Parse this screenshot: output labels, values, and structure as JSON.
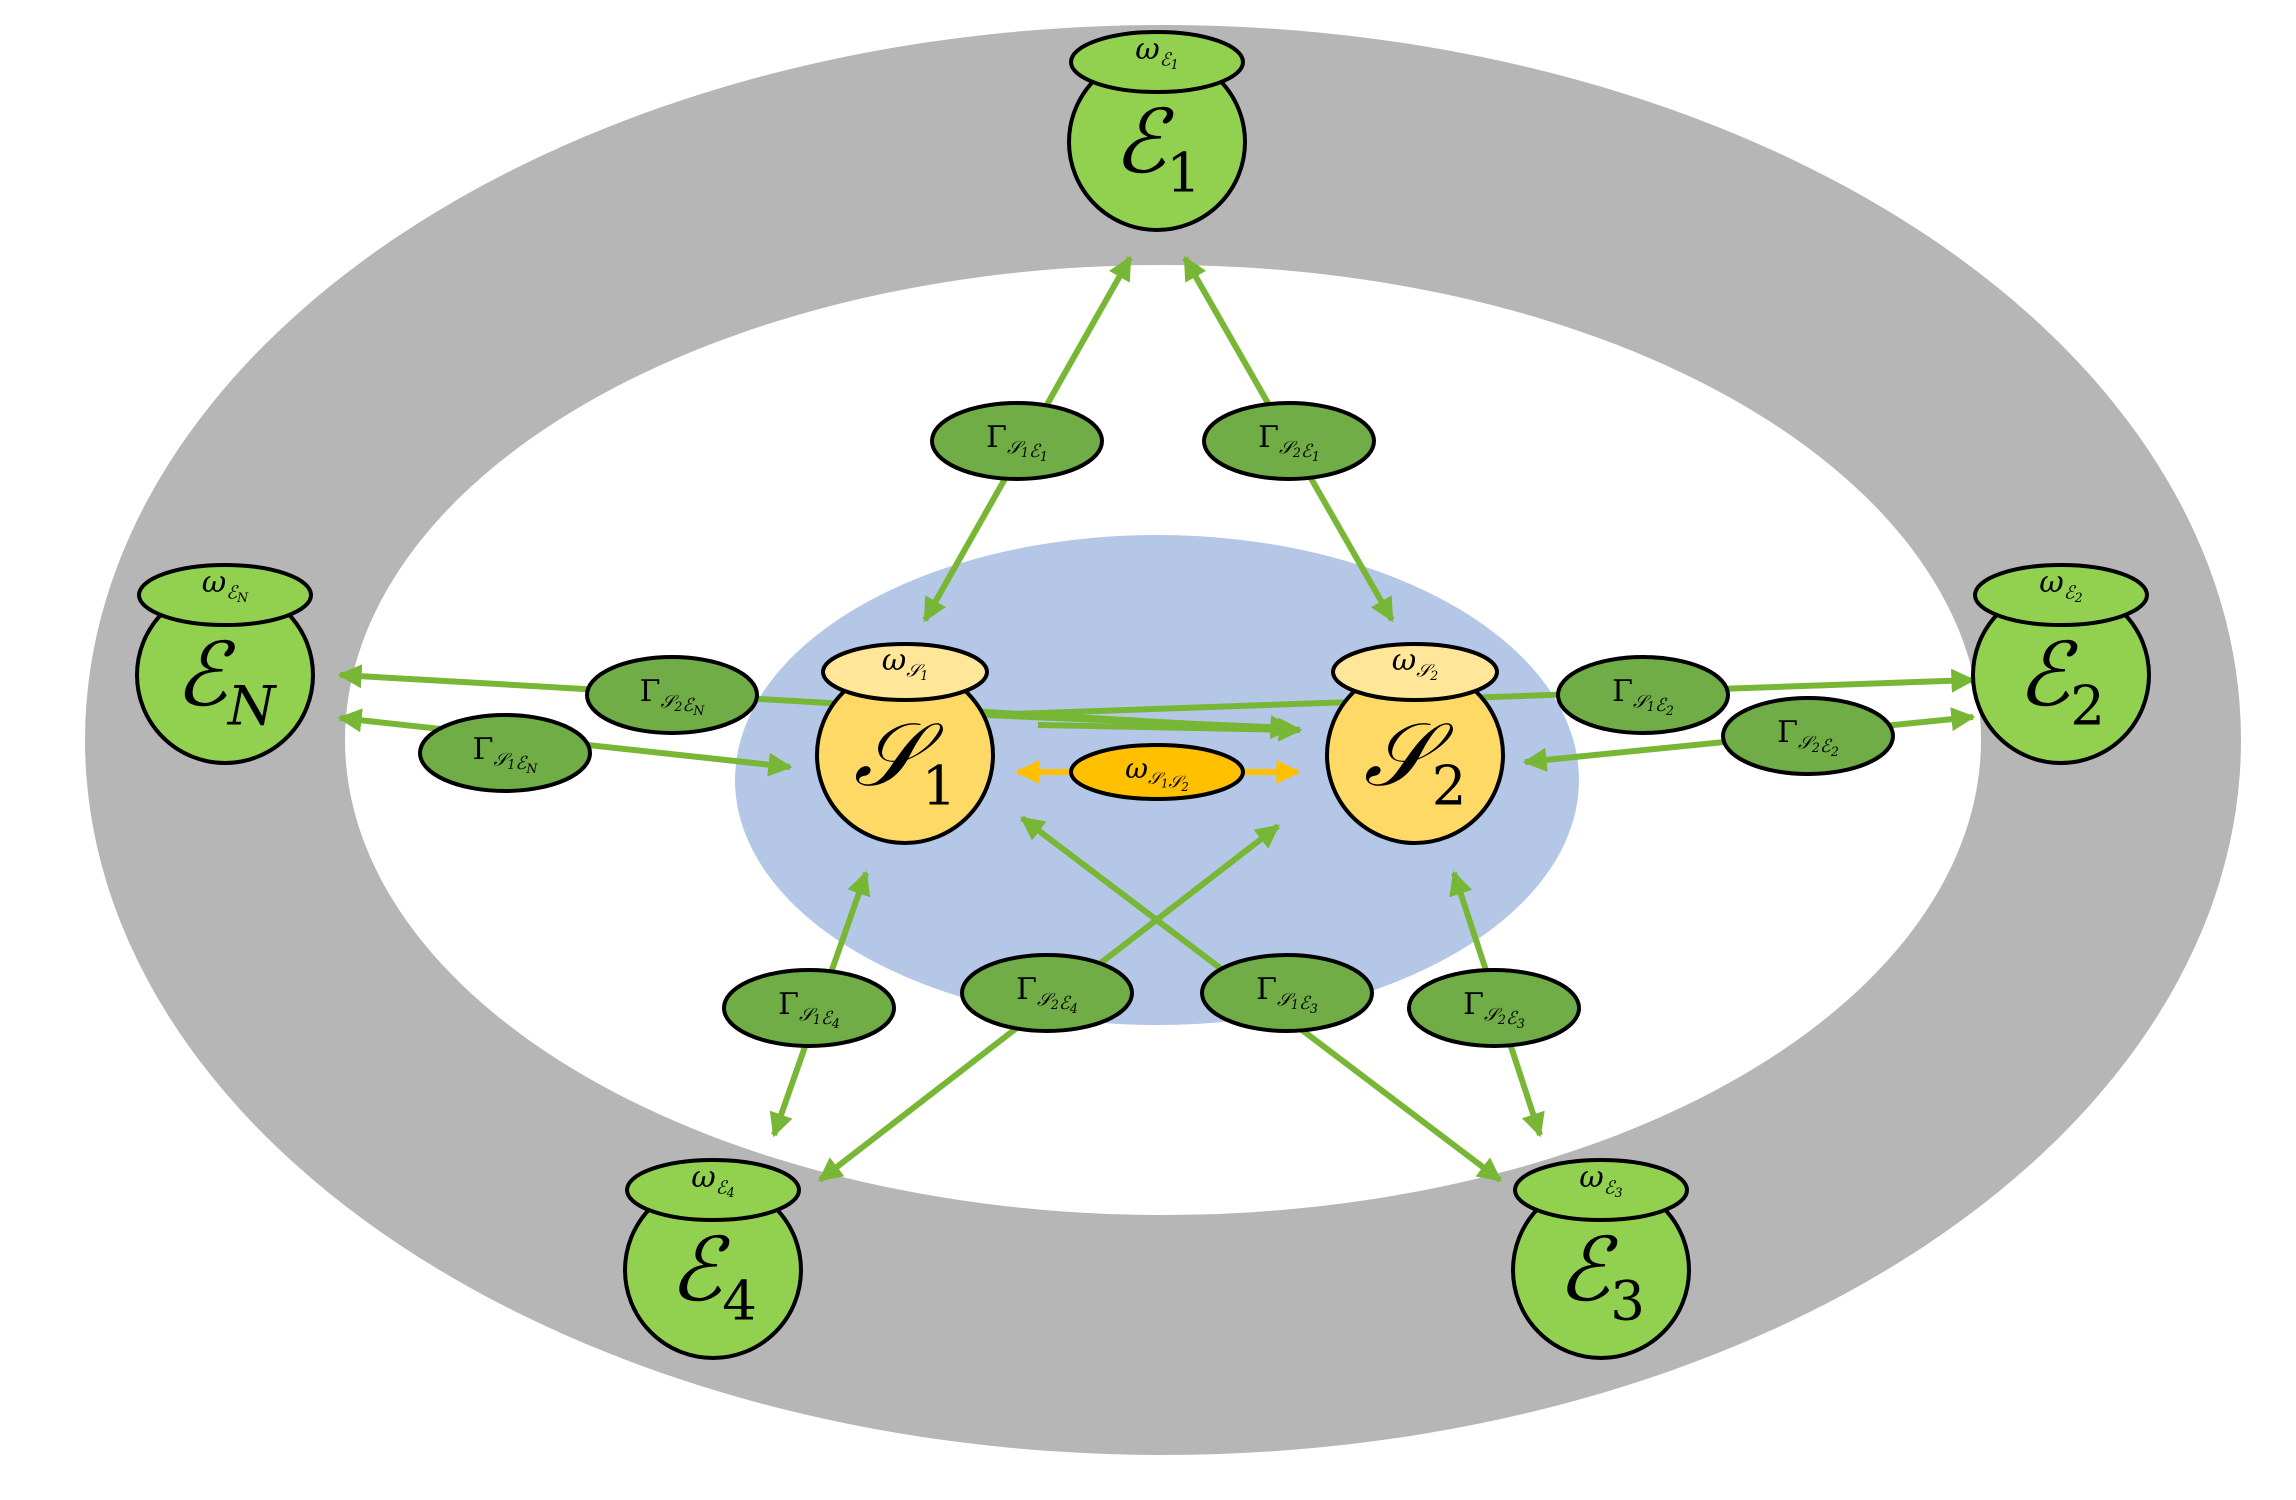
{
  "colors": {
    "outer_ring": "#b7b6b7",
    "system_region": "#b4c7e7",
    "environment_node": "#92d050",
    "coupling_label": "#70ad47",
    "arrow_green": "#77b735",
    "system_node": "#ffd966",
    "system_cap": "#ffe699",
    "system_coupling": "#ffc000",
    "arrow_yellow": "#ffc000",
    "stroke": "#000000"
  },
  "systems": [
    {
      "id": "S1",
      "symbol": "𝒮",
      "sub": "1",
      "freq": {
        "base": "ω",
        "sym": "𝒮",
        "sub": "1"
      }
    },
    {
      "id": "S2",
      "symbol": "𝒮",
      "sub": "2",
      "freq": {
        "base": "ω",
        "sym": "𝒮",
        "sub": "2"
      }
    }
  ],
  "system_coupling": {
    "base": "ω",
    "parts": [
      {
        "sym": "𝒮",
        "sub": "1"
      },
      {
        "sym": "𝒮",
        "sub": "2"
      }
    ]
  },
  "environments": [
    {
      "id": "E1",
      "symbol": "ℰ",
      "sub": "1",
      "freq": {
        "base": "ω",
        "sym": "ℰ",
        "sub": "1"
      }
    },
    {
      "id": "E2",
      "symbol": "ℰ",
      "sub": "2",
      "freq": {
        "base": "ω",
        "sym": "ℰ",
        "sub": "2"
      }
    },
    {
      "id": "E3",
      "symbol": "ℰ",
      "sub": "3",
      "freq": {
        "base": "ω",
        "sym": "ℰ",
        "sub": "3"
      }
    },
    {
      "id": "E4",
      "symbol": "ℰ",
      "sub": "4",
      "freq": {
        "base": "ω",
        "sym": "ℰ",
        "sub": "4"
      }
    },
    {
      "id": "EN",
      "symbol": "ℰ",
      "sub": "N",
      "freq": {
        "base": "ω",
        "sym": "ℰ",
        "sub": "N"
      }
    }
  ],
  "couplings": [
    {
      "id": "S1E1",
      "base": "Γ",
      "parts": [
        {
          "sym": "𝒮",
          "sub": "1"
        },
        {
          "sym": "ℰ",
          "sub": "1"
        }
      ]
    },
    {
      "id": "S2E1",
      "base": "Γ",
      "parts": [
        {
          "sym": "𝒮",
          "sub": "2"
        },
        {
          "sym": "ℰ",
          "sub": "1"
        }
      ]
    },
    {
      "id": "S2EN",
      "base": "Γ",
      "parts": [
        {
          "sym": "𝒮",
          "sub": "2"
        },
        {
          "sym": "ℰ",
          "sub": "N"
        }
      ]
    },
    {
      "id": "S1EN",
      "base": "Γ",
      "parts": [
        {
          "sym": "𝒮",
          "sub": "1"
        },
        {
          "sym": "ℰ",
          "sub": "N"
        }
      ]
    },
    {
      "id": "S1E2",
      "base": "Γ",
      "parts": [
        {
          "sym": "𝒮",
          "sub": "1"
        },
        {
          "sym": "ℰ",
          "sub": "2"
        }
      ]
    },
    {
      "id": "S2E2",
      "base": "Γ",
      "parts": [
        {
          "sym": "𝒮",
          "sub": "2"
        },
        {
          "sym": "ℰ",
          "sub": "2"
        }
      ]
    },
    {
      "id": "S1E4",
      "base": "Γ",
      "parts": [
        {
          "sym": "𝒮",
          "sub": "1"
        },
        {
          "sym": "ℰ",
          "sub": "4"
        }
      ]
    },
    {
      "id": "S2E4",
      "base": "Γ",
      "parts": [
        {
          "sym": "𝒮",
          "sub": "2"
        },
        {
          "sym": "ℰ",
          "sub": "4"
        }
      ]
    },
    {
      "id": "S1E3",
      "base": "Γ",
      "parts": [
        {
          "sym": "𝒮",
          "sub": "1"
        },
        {
          "sym": "ℰ",
          "sub": "3"
        }
      ]
    },
    {
      "id": "S2E3",
      "base": "Γ",
      "parts": [
        {
          "sym": "𝒮",
          "sub": "2"
        },
        {
          "sym": "ℰ",
          "sub": "3"
        }
      ]
    }
  ]
}
